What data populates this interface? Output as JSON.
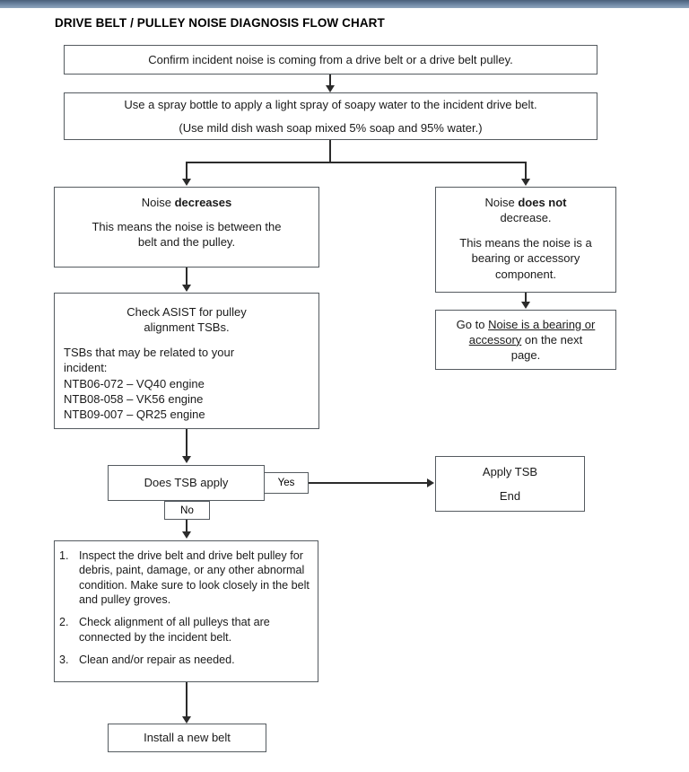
{
  "document": {
    "title": "DRIVE BELT / PULLEY NOISE DIAGNOSIS FLOW CHART",
    "accent_bar_color": "#5d7490",
    "box_border_color": "#555b60",
    "connector_color": "#2b2b2b"
  },
  "nodes": {
    "confirm": {
      "line1": "Confirm incident noise is coming from a drive belt or a drive belt pulley."
    },
    "spray": {
      "line1": "Use a spray bottle to apply a light spray of soapy water to the incident drive belt.",
      "line2": "(Use mild dish wash soap mixed 5% soap and 95% water.)"
    },
    "noise_decreases": {
      "heading_prefix": "Noise ",
      "heading_bold": "decreases",
      "body_line1": "This means the noise is between the",
      "body_line2": "belt and the pulley."
    },
    "noise_does_not_decrease": {
      "heading_prefix": "Noise ",
      "heading_bold": "does not",
      "heading_line2": "decrease.",
      "body_line1": "This means the noise is a",
      "body_line2": "bearing or accessory",
      "body_line3": "component."
    },
    "check_asist": {
      "head_line1": "Check ASIST for pulley",
      "head_line2": "alignment TSBs.",
      "body_line1": "TSBs that may be related to your",
      "body_line2": "incident:",
      "tsbs": [
        "NTB06-072 – VQ40 engine",
        "NTB08-058 – VK56 engine",
        "NTB09-007 – QR25 engine"
      ]
    },
    "go_to_next_page": {
      "prefix": "Go to ",
      "link_part1": "Noise is a bearing or",
      "link_part2": "accessory",
      "suffix": " on the next",
      "line3": "page."
    },
    "does_tsb_apply": {
      "label": "Does TSB apply"
    },
    "apply_tsb": {
      "line1": "Apply TSB",
      "line2": "End"
    },
    "inspect_steps": {
      "items": [
        {
          "number": "1.",
          "text": "Inspect the drive belt and drive belt pulley for debris, paint, damage, or any other abnormal condition. Make sure to look closely in the belt and pulley groves."
        },
        {
          "number": "2.",
          "text": "Check alignment of all pulleys that are connected by the incident belt."
        },
        {
          "number": "3.",
          "text": "Clean and/or repair as needed."
        }
      ]
    },
    "install_new_belt": {
      "label": "Install a new belt"
    }
  },
  "edges": {
    "yes_label": "Yes",
    "no_label": "No"
  }
}
